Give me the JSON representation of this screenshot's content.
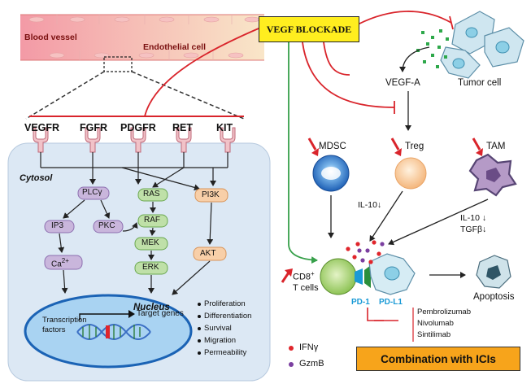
{
  "blood_vessel": {
    "label": "Blood vessel",
    "endothelial": "Endothelial cell"
  },
  "receptors": [
    "VEGFR",
    "FGFR",
    "PDGFR",
    "RET",
    "KIT"
  ],
  "cytosol_label": "Cytosol",
  "nucleus_label": "Nucleus",
  "molecules": {
    "plcg": "PLCγ",
    "ip3": "IP3",
    "pkc": "PKC",
    "ca": "Ca",
    "ca_sup": "2+",
    "ras": "RAS",
    "raf": "RAF",
    "mek": "MEK",
    "erk": "ERK",
    "pi3k": "PI3K",
    "akt": "AKT"
  },
  "transcription": {
    "factors_line1": "Transcription",
    "factors_line2": "factors",
    "target": "Target genes"
  },
  "outcomes": [
    "Proliferation",
    "Differentiation",
    "Survival",
    "Migration",
    "Permeability"
  ],
  "vegf_blockade": "VEGF BLOCKADE",
  "vegf_a": "VEGF-A",
  "tumor_cell": "Tumor cell",
  "immune_cells": {
    "mdsc": "MDSC",
    "treg": "Treg",
    "tam": "TAM"
  },
  "cytokines": {
    "il10_treg": "IL-10↓",
    "il10_tam": "IL-10 ↓",
    "tgfb": "TGFβ↓"
  },
  "cd8": {
    "line1": "CD8",
    "sup": "+",
    "line2": "T cells"
  },
  "apoptosis": "Apoptosis",
  "pd1": "PD-1",
  "pdl1": "PD-L1",
  "drugs": [
    "Pembrolizumab",
    "Nivolumab",
    "Sintilimab"
  ],
  "legend": {
    "ifng": "IFNγ",
    "gzmb": "GzmB"
  },
  "combination": "Combination with ICIs",
  "colors": {
    "ifng": "#e0252b",
    "gzmb": "#7b3fa0",
    "blockade_box": "#ffee1f",
    "combination_box": "#f7a41b",
    "inhibit_line": "#d9242b",
    "activate_line": "#37a04a"
  }
}
